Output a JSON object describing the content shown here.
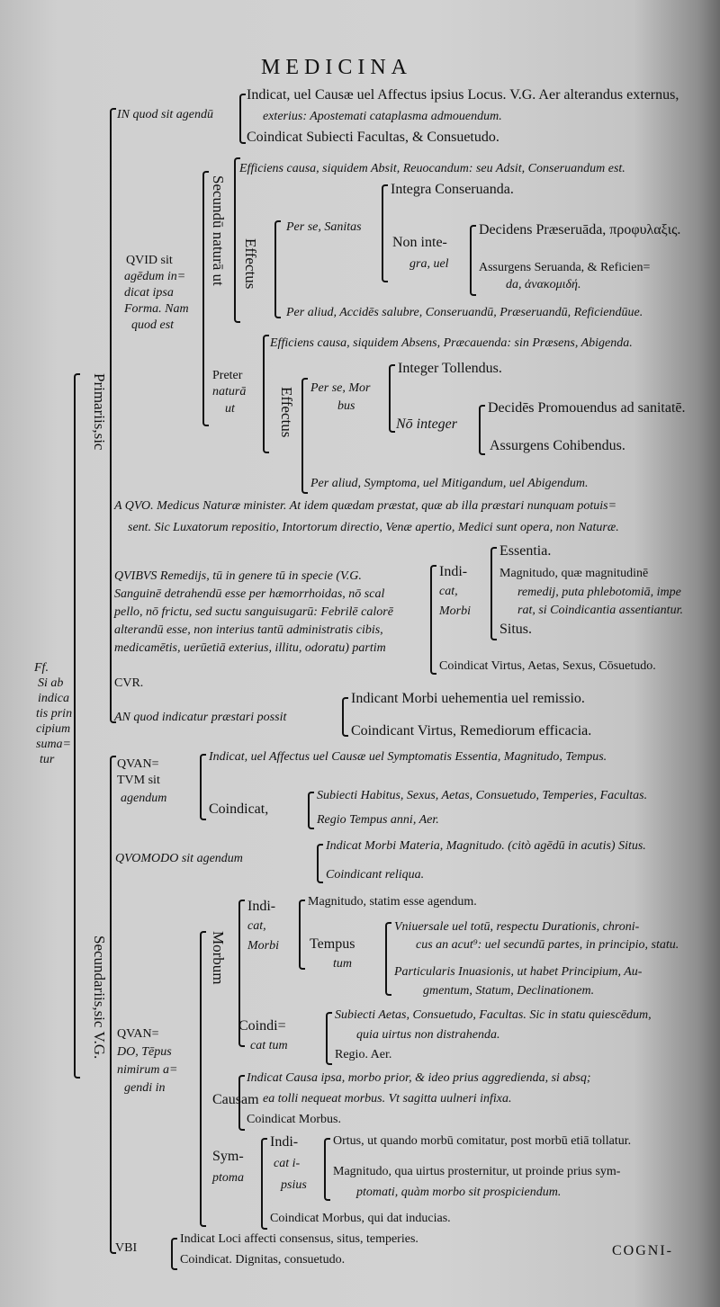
{
  "header": {
    "title": "MEDICINA",
    "catchword": "COGNI-"
  },
  "side": {
    "lines": [
      "Ff.",
      "Si ab",
      "indica",
      "tis prin",
      "cipium",
      "suma=",
      "tur"
    ],
    "primariis": "Primariis,sic",
    "secundariis": "Secundariis,sic V.G."
  },
  "in_quod": {
    "label": "IN quod sit agendū",
    "l1": "Indicat, uel Causæ uel Affectus ipsius Locus. V.G. Aer alterandus externus,",
    "l2": "exterius: Apostemati cataplasma admouendum.",
    "l3": "Coindicat Subiecti Facultas, & Consuetudo."
  },
  "quid": {
    "lines": [
      "QVID sit",
      "agēdum in=",
      "dicat ipsa",
      "Forma. Nam",
      "quod est"
    ],
    "secundum": "Secundū naturā ut",
    "effectus": "Effectus",
    "eff1": "Efficiens causa, siquidem Absit, Reuocandum: seu Adsit, Conseruandum est.",
    "per_se": "Per se, Sanitas",
    "integra": "Integra Conseruanda.",
    "non_integra_1": "Non inte-",
    "non_integra_2": "gra, uel",
    "decidens": "Decidens Præseruāda, προφυλαξις.",
    "assurgens_1": "Assurgens Seruanda, & Reficien=",
    "assurgens_2": "da, ἀνακομιδή.",
    "per_aliud": "Per aliud, Accidēs salubre, Conseruandū, Præseruandū, Reficiendūue.",
    "preter": [
      "Preter",
      "naturā",
      "ut"
    ],
    "eff2": "Efficiens causa, siquidem Absens, Præcauenda: sin Præsens, Abigenda.",
    "per_se_2": [
      "Per se, Mor",
      "bus"
    ],
    "integer": "Integer Tollendus.",
    "non_integer": "Nō integer",
    "decides_2": "Decidēs Promouendus ad sanitatē.",
    "assurgens_3": "Assurgens Cohibendus.",
    "per_aliud_2": "Per aliud, Symptoma, uel Mitigandum, uel Abigendum."
  },
  "a_quo": {
    "l1": "A QVO. Medicus Naturæ minister. At idem quædam præstat, quæ ab illa præstari nunquam potuis=",
    "l2": "sent. Sic Luxatorum repositio, Intortorum directio, Venæ apertio, Medici sunt opera, non Naturæ."
  },
  "quibus": {
    "lines": [
      "QVIBVS Remedijs, tū in genere tū in specie (V.G.",
      "Sanguinē detrahendū esse per hæmorrhoidas, nō scal",
      "pello, nō frictu, sed suctu sanguisugarū: Febrilē calorē",
      "alterandū esse, non interius tantū administratis cibis,",
      "medicamētis, uerūetiā exterius, illitu, odoratu) partim"
    ],
    "indicat": [
      "Indi-",
      "cat,",
      "Morbi"
    ],
    "items": [
      "Essentia.",
      "Magnitudo, quæ magnitudinē",
      "remedij, puta phlebotomiā, impe",
      "rat, si Coindicantia assentiantur.",
      "Situs."
    ],
    "coindicat": "Coindicat Virtus, Aetas, Sexus, Cōsuetudo."
  },
  "cur": {
    "label": "CVR."
  },
  "an": {
    "label": "AN quod indicatur præstari possit",
    "l1": "Indicant Morbi uehementia uel remissio.",
    "l2": "Coindicant Virtus, Remediorum efficacia."
  },
  "quantum": {
    "lines": [
      "QVAN=",
      "TVM sit",
      "agendum"
    ],
    "indicat": "Indicat, uel Affectus uel Causæ uel Symptomatis Essentia, Magnitudo, Tempus.",
    "coindicat": "Coindicat,",
    "c1": "Subiecti Habitus, Sexus, Aetas, Consuetudo, Temperies, Facultas.",
    "c2": "Regio Tempus anni, Aer."
  },
  "quomodo": {
    "label": "QVOMODO sit agendum",
    "l1": "Indicat Morbi Materia, Magnitudo. (citò agēdū in acutis) Situs.",
    "l2": "Coindicant reliqua."
  },
  "quando": {
    "lines": [
      "QVAN=",
      "DO, Tēpus",
      "nimirum a=",
      "gendi in"
    ],
    "morbum": "Morbum",
    "indicat": [
      "Indi-",
      "cat,",
      "Morbi"
    ],
    "magnitudo": "Magnitudo, statim esse agendum.",
    "tempus": [
      "Tempus",
      "tum"
    ],
    "t1": "Vniuersale uel totū, respectu Durationis, chroni-",
    "t2": "cus an acut⁹: uel secundū partes, in principio, statu.",
    "t3": "Particularis Inuasionis, ut habet Principium, Au-",
    "t4": "gmentum, Statum, Declinationem.",
    "coindi": [
      "Coindi=",
      "cat tum"
    ],
    "c1": "Subiecti Aetas, Consuetudo, Facultas. Sic in statu quiescēdum,",
    "c2": "quia uirtus non distrahenda.",
    "c3": "Regio. Aer.",
    "causam": "Causam",
    "ca1": "Indicat Causa ipsa, morbo prior, & ideo prius aggredienda, si absq;",
    "ca2": "ea tolli nequeat morbus. Vt sagitta uulneri infixa.",
    "ca3": "Coindicat Morbus.",
    "symptoma": [
      "Sym-",
      "ptoma"
    ],
    "indicat_ipsius": [
      "Indi-",
      "cat i-",
      "psius"
    ],
    "s1": "Ortus, ut quando morbū comitatur, post morbū etiā tollatur.",
    "s2": "Magnitudo, qua uirtus prosternitur, ut proinde prius sym-",
    "s3": "ptomati, quàm morbo sit prospiciendum.",
    "s4": "Coindicat Morbus, qui dat inducias."
  },
  "ubi": {
    "label": "VBI",
    "l1": "Indicat Loci affecti consensus, situs, temperies.",
    "l2": "Coindicat. Dignitas, consuetudo."
  }
}
